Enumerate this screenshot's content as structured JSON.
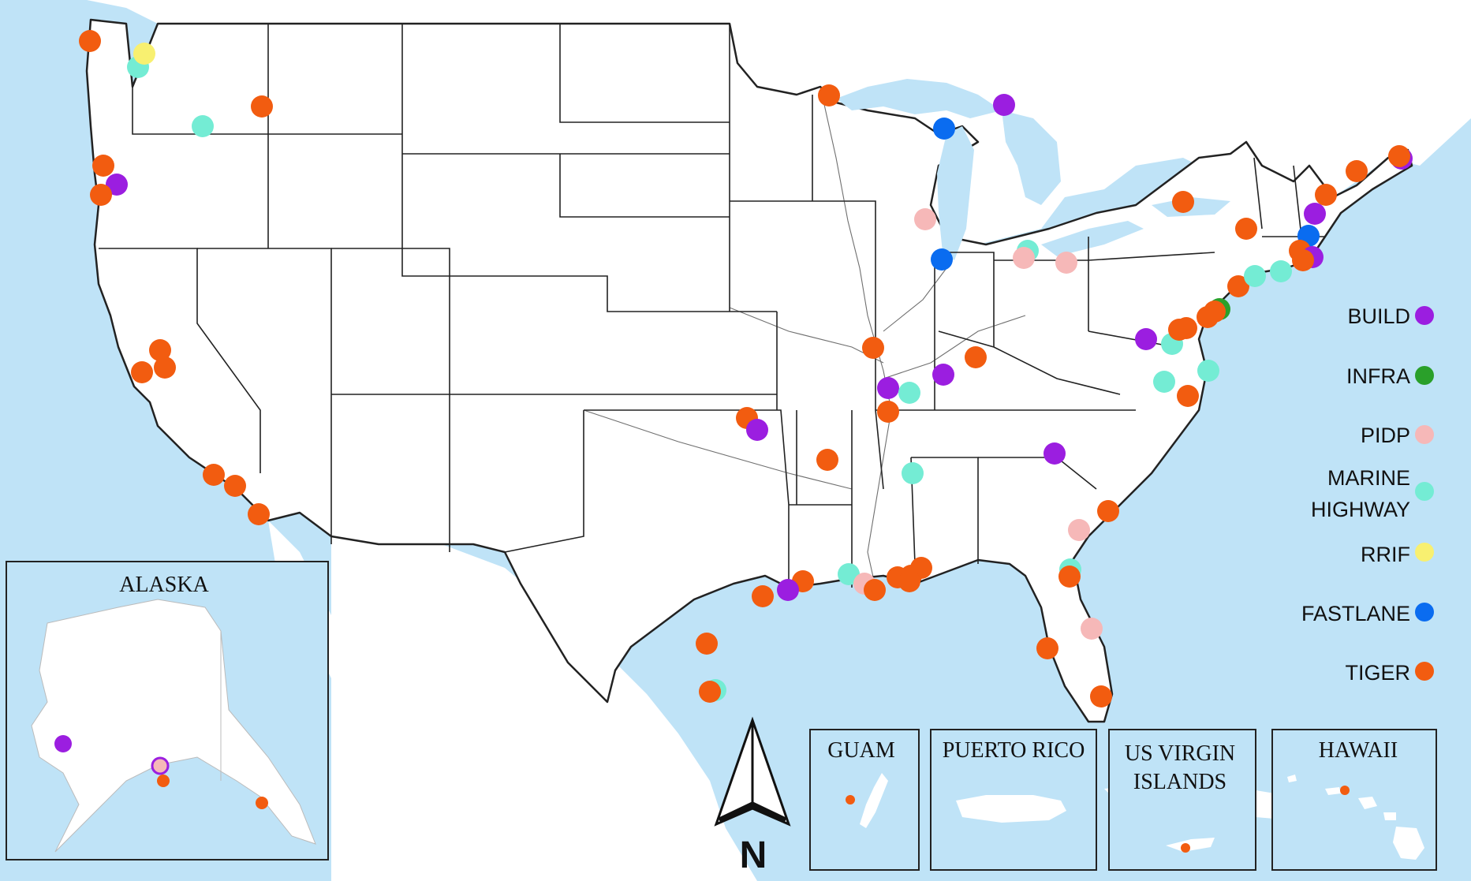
{
  "legend": [
    {
      "key": "build",
      "label": "BUILD",
      "color": "#9b1ee0"
    },
    {
      "key": "infra",
      "label": "INFRA",
      "color": "#2aa02a"
    },
    {
      "key": "pidp",
      "label": "PIDP",
      "color": "#f6b8b8"
    },
    {
      "key": "marine",
      "label": "MARINE HIGHWAY",
      "lines": [
        "MARINE",
        "HIGHWAY"
      ],
      "color": "#74ecd4"
    },
    {
      "key": "rrif",
      "label": "RRIF",
      "color": "#f8f070"
    },
    {
      "key": "fastlane",
      "label": "FASTLANE",
      "color": "#0a6cf0"
    },
    {
      "key": "tiger",
      "label": "TIGER",
      "color": "#f25c10"
    }
  ],
  "insets": {
    "alaska": {
      "title": "ALASKA"
    },
    "guam": {
      "title": "GUAM"
    },
    "puerto_rico": {
      "title": "PUERTO RICO"
    },
    "usvi": {
      "title": "US VIRGIN ISLANDS",
      "lines": [
        "US VIRGIN",
        "ISLANDS"
      ]
    },
    "hawaii": {
      "title": "HAWAII"
    }
  },
  "north_arrow": {
    "label": "N"
  },
  "colors": {
    "water": "#bfe3f7",
    "land": "#ffffff",
    "border": "#222222"
  }
}
